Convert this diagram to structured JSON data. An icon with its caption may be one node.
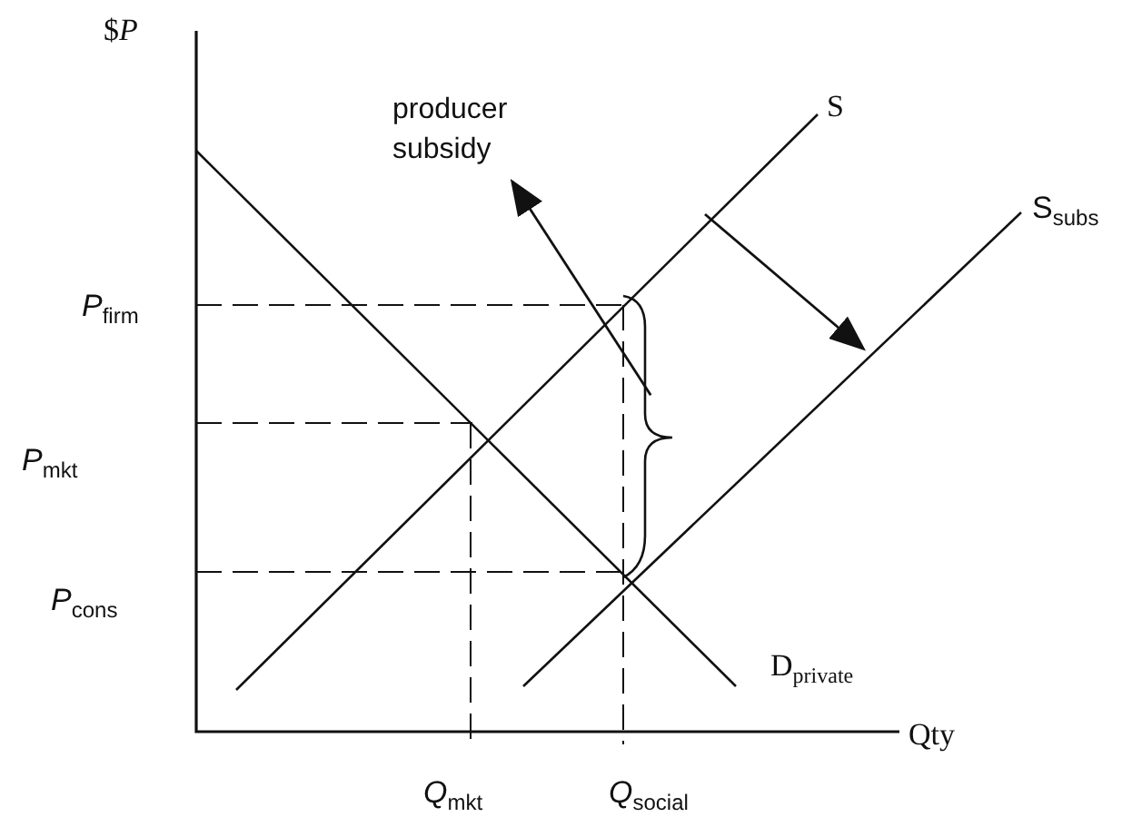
{
  "diagram": {
    "nodes": [
      {
        "text": [
          "producer subsidy"
        ]
      },
      {
        "text": [],
        "shape": "brace"
      }
    ],
    "edges": [
      {
        "from": 1,
        "to": 0,
        "arrow": "to"
      }
    ],
    "labels": [
      "$*P*",
      "S",
      "S$_{subs}$",
      "*P*$_{firm}$",
      "*P*$_{mkt}$",
      "*P*$_{cons}$",
      "D$_{private}$",
      "Qty",
      "*Q*$_{mkt}$",
      "*Q*$_{social}$"
    ]
  }
}
